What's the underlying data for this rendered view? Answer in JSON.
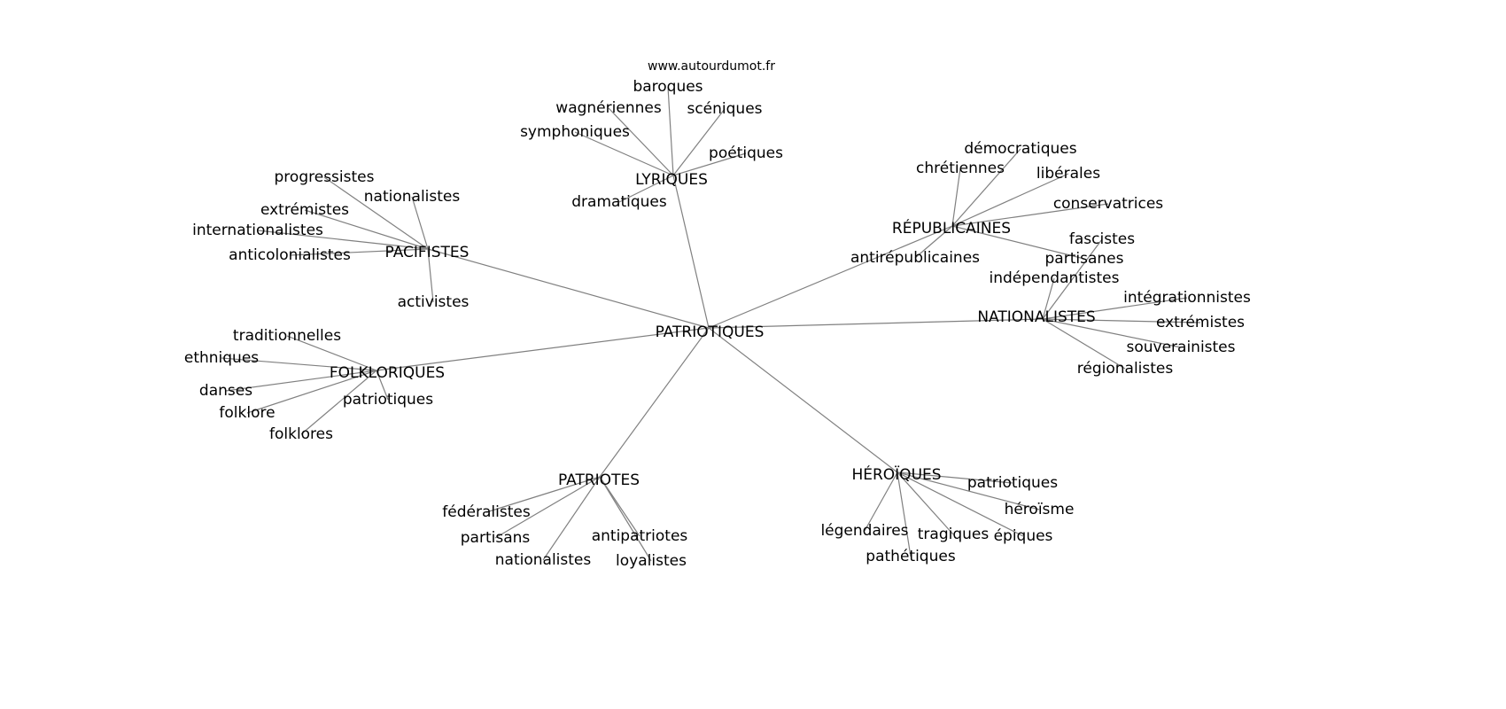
{
  "watermark": "www.autourdumot.fr",
  "edge_color": "#808080",
  "nodes": [
    {
      "id": "root",
      "label": "PATRIOTIQUES"
    },
    {
      "id": "lyr",
      "label": "LYRIQUES"
    },
    {
      "id": "pac",
      "label": "PACIFISTES"
    },
    {
      "id": "fol",
      "label": "FOLKLORIQUES"
    },
    {
      "id": "pat",
      "label": "PATRIOTES"
    },
    {
      "id": "her",
      "label": "HÉROÏQUES"
    },
    {
      "id": "nat",
      "label": "NATIONALISTES"
    },
    {
      "id": "rep",
      "label": "RÉPUBLICAINES"
    },
    {
      "id": "lyr1",
      "label": "wagnériennes"
    },
    {
      "id": "lyr2",
      "label": "baroques"
    },
    {
      "id": "lyr3",
      "label": "scéniques"
    },
    {
      "id": "lyr4",
      "label": "symphoniques"
    },
    {
      "id": "lyr5",
      "label": "poétiques"
    },
    {
      "id": "lyr6",
      "label": "dramatiques"
    },
    {
      "id": "pac1",
      "label": "progressistes"
    },
    {
      "id": "pac2",
      "label": "nationalistes"
    },
    {
      "id": "pac3",
      "label": "extrémistes"
    },
    {
      "id": "pac4",
      "label": "internationalistes"
    },
    {
      "id": "pac5",
      "label": "anticolonialistes"
    },
    {
      "id": "pac6",
      "label": "activistes"
    },
    {
      "id": "fol1",
      "label": "traditionnelles"
    },
    {
      "id": "fol2",
      "label": "ethniques"
    },
    {
      "id": "fol3",
      "label": "danses"
    },
    {
      "id": "fol4",
      "label": "folklore"
    },
    {
      "id": "fol5",
      "label": "folklores"
    },
    {
      "id": "fol6",
      "label": "patriotiques"
    },
    {
      "id": "pat1",
      "label": "fédéralistes"
    },
    {
      "id": "pat2",
      "label": "partisans"
    },
    {
      "id": "pat3",
      "label": "nationalistes"
    },
    {
      "id": "pat4",
      "label": "loyalistes"
    },
    {
      "id": "pat5",
      "label": "antipatriotes"
    },
    {
      "id": "her1",
      "label": "patriotiques"
    },
    {
      "id": "her2",
      "label": "héroïsme"
    },
    {
      "id": "her3",
      "label": "épiques"
    },
    {
      "id": "her4",
      "label": "tragiques"
    },
    {
      "id": "her5",
      "label": "pathétiques"
    },
    {
      "id": "her6",
      "label": "légendaires"
    },
    {
      "id": "nat1",
      "label": "intégrationnistes"
    },
    {
      "id": "nat2",
      "label": "extrémistes"
    },
    {
      "id": "nat3",
      "label": "souverainistes"
    },
    {
      "id": "nat4",
      "label": "régionalistes"
    },
    {
      "id": "nat5",
      "label": "indépendantistes"
    },
    {
      "id": "nat6",
      "label": "fascistes"
    },
    {
      "id": "rep1",
      "label": "chrétiennes"
    },
    {
      "id": "rep2",
      "label": "démocratiques"
    },
    {
      "id": "rep3",
      "label": "libérales"
    },
    {
      "id": "rep4",
      "label": "conservatrices"
    },
    {
      "id": "rep5",
      "label": "partisanes"
    },
    {
      "id": "rep6",
      "label": "antirépublicaines"
    }
  ],
  "edges": [
    [
      "root",
      "lyr"
    ],
    [
      "root",
      "pac"
    ],
    [
      "root",
      "fol"
    ],
    [
      "root",
      "pat"
    ],
    [
      "root",
      "her"
    ],
    [
      "root",
      "nat"
    ],
    [
      "root",
      "rep"
    ],
    [
      "lyr",
      "lyr1"
    ],
    [
      "lyr",
      "lyr2"
    ],
    [
      "lyr",
      "lyr3"
    ],
    [
      "lyr",
      "lyr4"
    ],
    [
      "lyr",
      "lyr5"
    ],
    [
      "lyr",
      "lyr6"
    ],
    [
      "pac",
      "pac1"
    ],
    [
      "pac",
      "pac2"
    ],
    [
      "pac",
      "pac3"
    ],
    [
      "pac",
      "pac4"
    ],
    [
      "pac",
      "pac5"
    ],
    [
      "pac",
      "pac6"
    ],
    [
      "fol",
      "fol1"
    ],
    [
      "fol",
      "fol2"
    ],
    [
      "fol",
      "fol3"
    ],
    [
      "fol",
      "fol4"
    ],
    [
      "fol",
      "fol5"
    ],
    [
      "fol",
      "fol6"
    ],
    [
      "pat",
      "pat1"
    ],
    [
      "pat",
      "pat2"
    ],
    [
      "pat",
      "pat3"
    ],
    [
      "pat",
      "pat4"
    ],
    [
      "pat",
      "pat5"
    ],
    [
      "her",
      "her1"
    ],
    [
      "her",
      "her2"
    ],
    [
      "her",
      "her3"
    ],
    [
      "her",
      "her4"
    ],
    [
      "her",
      "her5"
    ],
    [
      "her",
      "her6"
    ],
    [
      "nat",
      "nat1"
    ],
    [
      "nat",
      "nat2"
    ],
    [
      "nat",
      "nat3"
    ],
    [
      "nat",
      "nat4"
    ],
    [
      "nat",
      "nat5"
    ],
    [
      "nat",
      "nat6"
    ],
    [
      "rep",
      "rep1"
    ],
    [
      "rep",
      "rep2"
    ],
    [
      "rep",
      "rep3"
    ],
    [
      "rep",
      "rep4"
    ],
    [
      "rep",
      "rep5"
    ],
    [
      "rep",
      "rep6"
    ]
  ]
}
